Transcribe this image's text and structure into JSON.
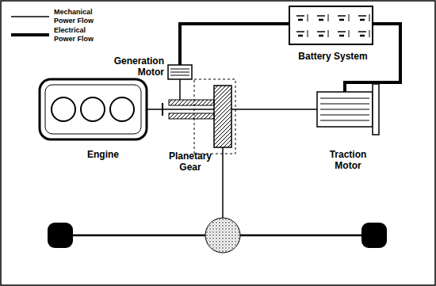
{
  "diagram": {
    "nodes": [
      {
        "text": [
          "Generation Motor"
        ]
      },
      {
        "text": [
          "Battery System"
        ]
      },
      {
        "text": [
          "Engine"
        ]
      },
      {
        "text": [
          "Planetary Gear"
        ]
      },
      {
        "text": [
          "Traction Motor"
        ]
      }
    ],
    "edges": [
      {
        "from": 1,
        "to": 0,
        "arrow": "none"
      },
      {
        "from": 1,
        "to": 4,
        "arrow": "none"
      },
      {
        "from": 2,
        "to": 3,
        "arrow": "none"
      },
      {
        "from": 3,
        "to": 0,
        "arrow": "none"
      },
      {
        "from": 3,
        "to": 4,
        "arrow": "none"
      }
    ],
    "legend": [
      {
        "text": "Mechanical Power Flow"
      },
      {
        "text": "Electrical Power Flow"
      }
    ]
  }
}
